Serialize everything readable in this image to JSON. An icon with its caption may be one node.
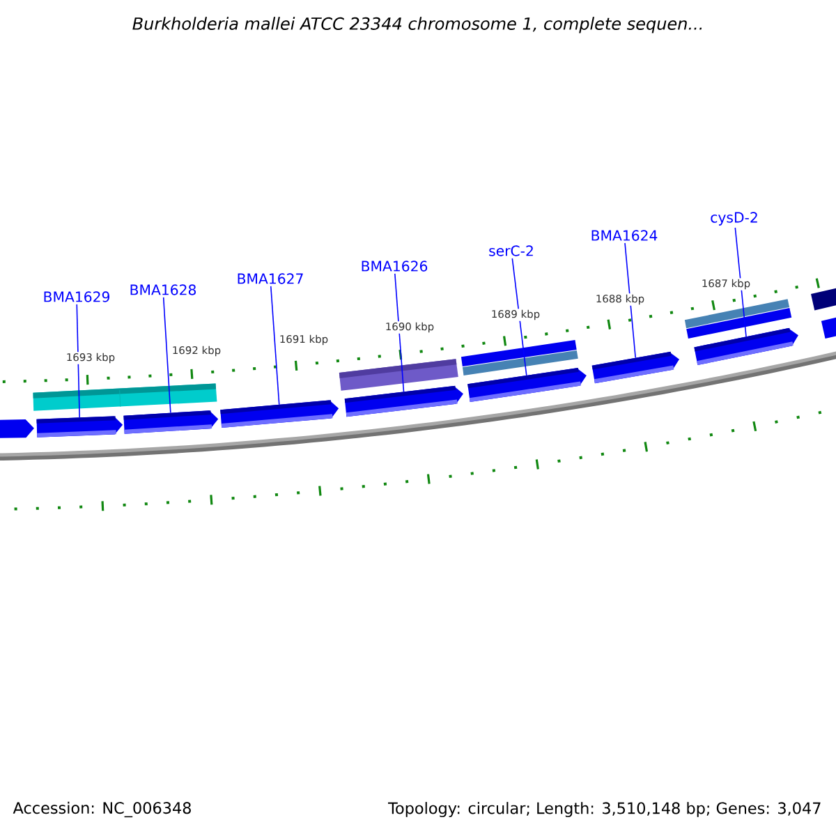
{
  "diagram": {
    "title": "Burkholderia mallei ATCC 23344 chromosome 1, complete sequen...",
    "nodes": [
      {
        "text": [
          "BMA1629"
        ]
      },
      {
        "text": [
          "BMA1628"
        ]
      },
      {
        "text": [
          "BMA1627"
        ]
      },
      {
        "text": [
          "BMA1626"
        ]
      },
      {
        "text": [
          "serC-2"
        ]
      },
      {
        "text": [
          "BMA1624"
        ]
      },
      {
        "text": [
          "cysD-2"
        ]
      },
      {
        "text": [],
        "shape": "bar"
      },
      {
        "text": [],
        "shape": "bar"
      },
      {
        "text": [],
        "shape": "bar"
      },
      {
        "text": [],
        "shape": "bar"
      },
      {
        "text": [],
        "shape": "bar"
      },
      {
        "text": [],
        "shape": "bar"
      },
      {
        "text": [],
        "shape": "bar"
      }
    ],
    "edges": [
      {
        "from": 0,
        "to": 7,
        "arrow": "none"
      },
      {
        "from": 1,
        "to": 8,
        "arrow": "none"
      },
      {
        "from": 2,
        "to": 9,
        "arrow": "none"
      },
      {
        "from": 3,
        "to": 10,
        "arrow": "none"
      },
      {
        "from": 4,
        "to": 11,
        "arrow": "none"
      },
      {
        "from": 5,
        "to": 12,
        "arrow": "none"
      },
      {
        "from": 6,
        "to": 13,
        "arrow": "none"
      }
    ],
    "labels": [
      "1693 kbp",
      "1692 kbp",
      "1691 kbp",
      "1690 kbp",
      "1689 kbp",
      "1688 kbp",
      "1687 kbp",
      "Accession: NC_006348",
      "Topology: circular; Length: 3,510,148 bp; Genes: 3,047"
    ]
  }
}
